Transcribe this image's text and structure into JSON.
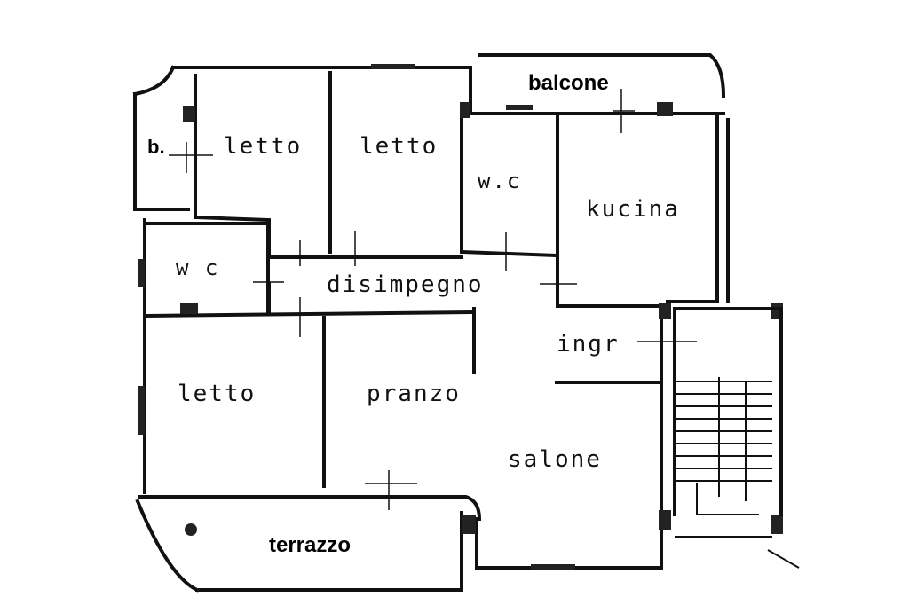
{
  "rooms": {
    "balcone": "balcone",
    "b": "b.",
    "letto_1": "letto",
    "letto_2": "letto",
    "wc_1": "w.c",
    "kucina": "kucina",
    "wc_2": "w c",
    "disimpegno": "disimpegno",
    "ingr": "ingr",
    "letto_3": "letto",
    "pranzo": "pranzo",
    "salone": "salone",
    "terrazzo": "terrazzo"
  }
}
